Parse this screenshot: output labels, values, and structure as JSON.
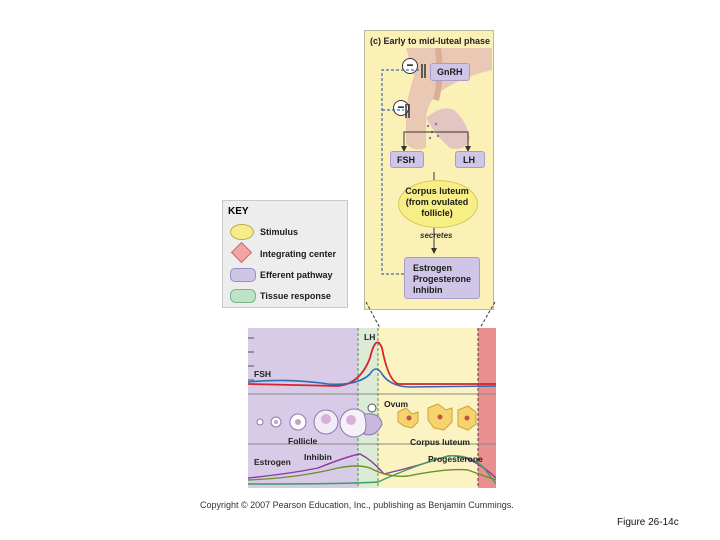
{
  "panel": {
    "title": "(c) Early to mid-luteal phase",
    "gnrh": "GnRH",
    "fsh": "FSH",
    "lh": "LH",
    "corpus_luteum": [
      "Corpus luteum",
      "(from ovulated",
      "follicle)"
    ],
    "secretes": "secretes",
    "hormones": [
      "Estrogen",
      "Progesterone",
      "Inhibin"
    ],
    "inhibit_symbol": "⊖"
  },
  "key": {
    "title": "KEY",
    "items": [
      {
        "label": "Stimulus",
        "color": "#f6ec8c"
      },
      {
        "label": "Integrating center",
        "color": "#f4a4a4"
      },
      {
        "label": "Efferent pathway",
        "color": "#cfc5e6"
      },
      {
        "label": "Tissue response",
        "color": "#bfe3c6"
      }
    ]
  },
  "chart": {
    "lh": "LH",
    "fsh": "FSH",
    "ovum": "Ovum",
    "follicle": "Follicle",
    "corpus_luteum": "Corpus luteum",
    "estrogen": "Estrogen",
    "inhibin": "Inhibin",
    "progesterone": "Progesterone"
  },
  "copyright": "Copyright © 2007 Pearson Education, Inc., publishing as Benjamin Cummings.",
  "figure_label": "Figure 26-14c"
}
